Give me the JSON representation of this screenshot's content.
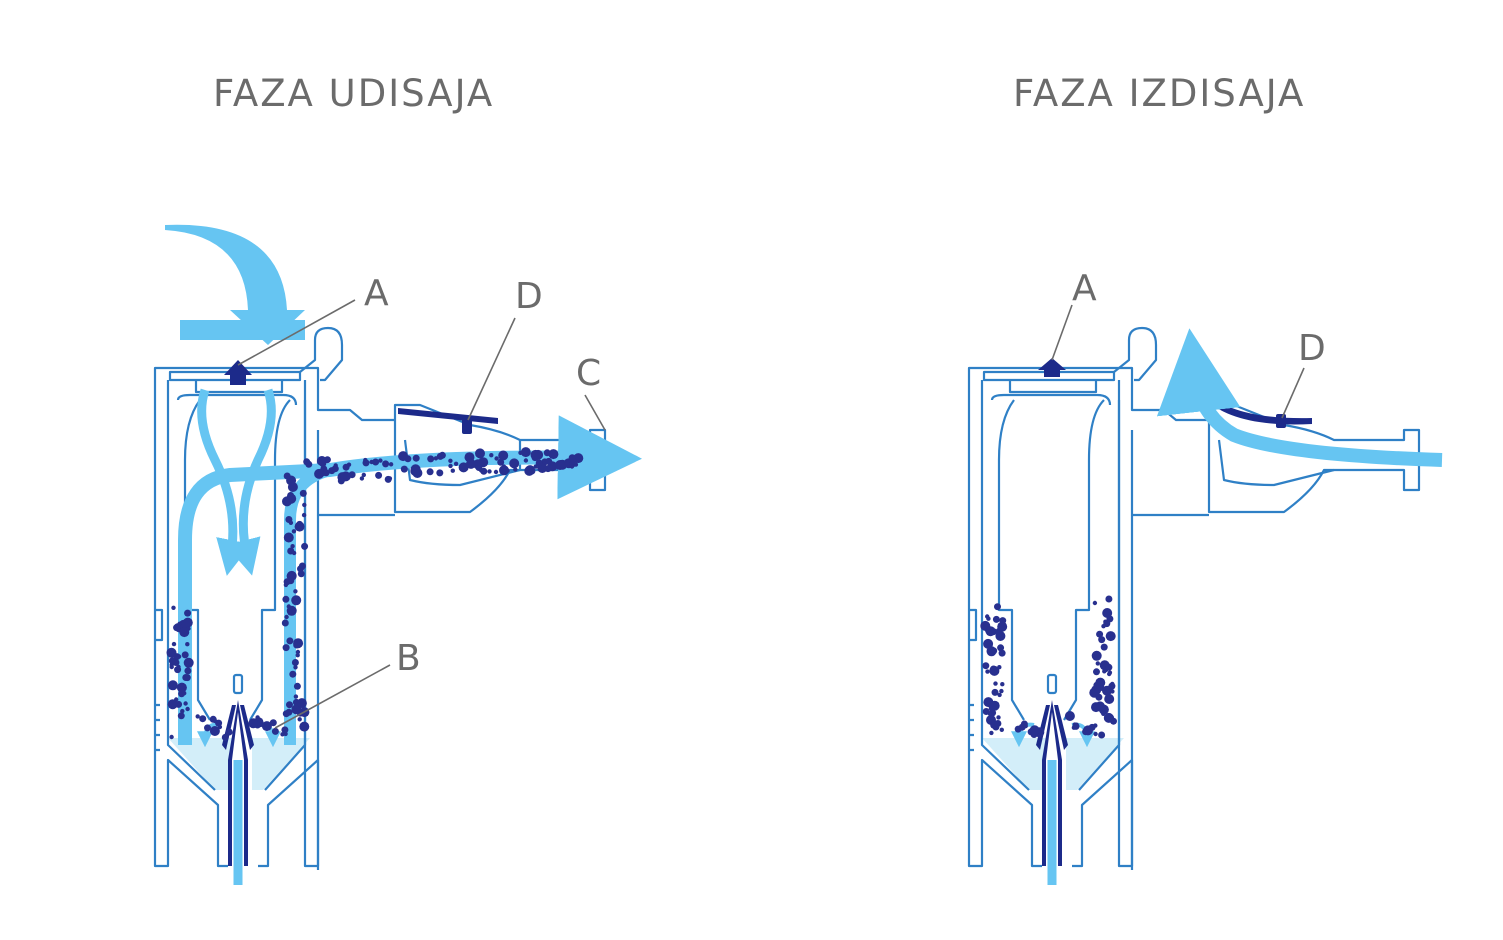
{
  "colors": {
    "outline": "#2f80c6",
    "flow": "#66c5f2",
    "particle": "#28308f",
    "liquid": "#d3eef9",
    "label": "#6b6b6b",
    "valve": "#1c2a8a"
  },
  "inhalation": {
    "title": "FAZA UDISAJA",
    "labels": {
      "a": "A",
      "b": "B",
      "c": "C",
      "d": "D"
    }
  },
  "exhalation": {
    "title": "FAZA IZDISAJA",
    "labels": {
      "a": "A",
      "d": "D"
    }
  }
}
